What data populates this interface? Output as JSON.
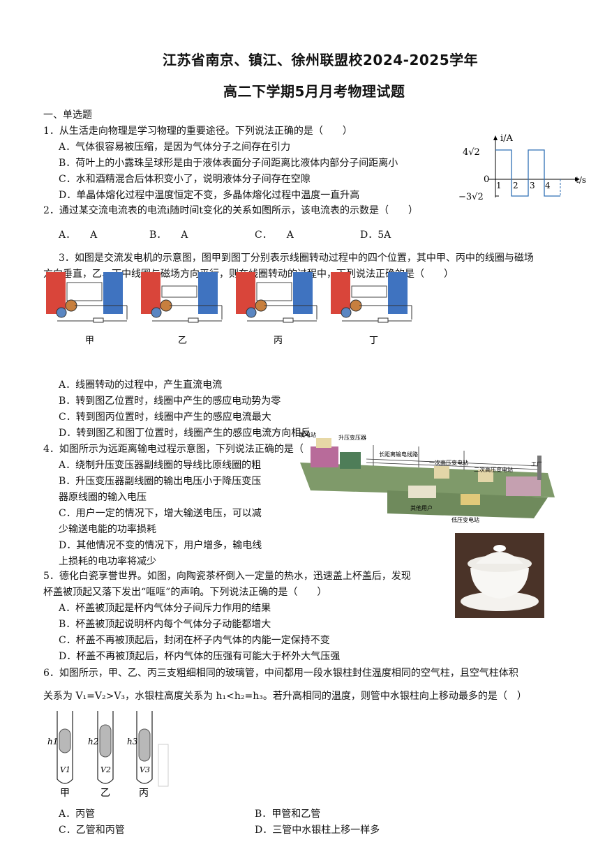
{
  "header": {
    "title_line1": "江苏省南京、镇江、徐州联盟校2024-2025学年",
    "title_line2": "高二下学期5月月考物理试题",
    "section": "一、单选题"
  },
  "q1": {
    "stem": "1．从生活走向物理是学习物理的重要途径。下列说法正确的是（　　）",
    "options": [
      "A．气体很容易被压缩，是因为气体分子之间存在引力",
      "B．荷叶上的小露珠呈球形是由于液体表面分子间距离比液体内部分子间距离小",
      "C．水和酒精混合后体积变小了，说明液体分子间存在空隙",
      "D．单晶体熔化过程中温度恒定不变，多晶体熔化过程中温度一直升高"
    ]
  },
  "q2": {
    "stem": "2．通过某交流电流表的电流i随时间t变化的关系如图所示，该电流表的示数是（　　）",
    "options": [
      "A．　　A",
      "B．　　A",
      "C．　　A",
      "D．5A"
    ],
    "graph": {
      "ylabel": "i/A",
      "xlabel": "t/s",
      "y_pos": "4√2",
      "y_zero": "0",
      "y_neg": "−3√2",
      "ticks": [
        "1",
        "2",
        "3",
        "4"
      ]
    }
  },
  "q3": {
    "stem_line1": "3．如图是交流发电机的示意图，图甲到图丁分别表示线圈转动过程中的四个位置，其中甲、丙中的线圈与磁场",
    "stem_line2": "方向垂直，乙、丁中线圈与磁场方向平行，则在线圈转动的过程中，下列说法正确的是（　　）",
    "figure_labels": [
      "甲",
      "乙",
      "丙",
      "丁"
    ],
    "options": [
      "A．线圈转动的过程中，产生直流电流",
      "B．转到图乙位置时，线圈中产生的感应电动势为零",
      "C．转到图丙位置时，线圈中产生的感应电流最大",
      "D．转到图乙和图丁位置时，线圈产生的感应电流方向相反"
    ]
  },
  "q4": {
    "stem": "4．如图所示为远距离输电过程示意图，下列说法正确的是（　　）",
    "options": [
      "A．绕制升压变压器副线圈的导线比原线圈的粗",
      "B．升压变压器副线圈的输出电压小于降压变压",
      "器原线圈的输入电压",
      "C．用户一定的情况下，增大输送电压，可以减",
      "少输送电能的功率损耗",
      "D．其他情况不变的情况下，用户增多，输电线",
      "上损耗的电功率将减少"
    ],
    "diagram_labels": [
      "发电站",
      "升压变压器",
      "长距离输电线路",
      "一次高压变电站",
      "二次高压变电站",
      "工厂",
      "其他用户",
      "低压变电站"
    ]
  },
  "q5": {
    "stem_line1": "5．德化白瓷享誉世界。如图，向陶瓷茶杯倒入一定量的热水，迅速盖上杯盖后，发现",
    "stem_line2": "杯盖被顶起又落下发出“哐哐”的声响。下列说法正确的是（　　）",
    "options": [
      "A．杯盖被顶起是杯内气体分子间斥力作用的结果",
      "B．杯盖被顶起说明杯内每个气体分子动能都增大",
      "C．杯盖不再被顶起后，封闭在杯子内气体的内能一定保持不变",
      "D．杯盖不再被顶起后，杯内气体的压强有可能大于杯外大气压强"
    ]
  },
  "q6": {
    "stem_line1": "6．如图所示，甲、乙、丙三支粗细相同的玻璃管，中间都用一段水银柱封住温度相同的空气柱，且空气柱体积",
    "stem_line2": "关系为 V₁=V₂>V₃，水银柱高度关系为 h₁<h₂=h₃。若升高相同的温度，则管中水银柱向上移动最多的是（　）",
    "tube_h_labels": [
      "h1",
      "h2",
      "h3"
    ],
    "tube_v_labels": [
      "V1",
      "V2",
      "V3"
    ],
    "tube_names": [
      "甲",
      "乙",
      "丙"
    ],
    "options": [
      "A．丙管",
      "B．甲管和乙管",
      "C．乙管和丙管",
      "D．三管中水银柱上移一样多"
    ]
  },
  "colors": {
    "magnet_n": "#d9453a",
    "magnet_s": "#3f73c0",
    "mercury": "#b8b8b8"
  }
}
